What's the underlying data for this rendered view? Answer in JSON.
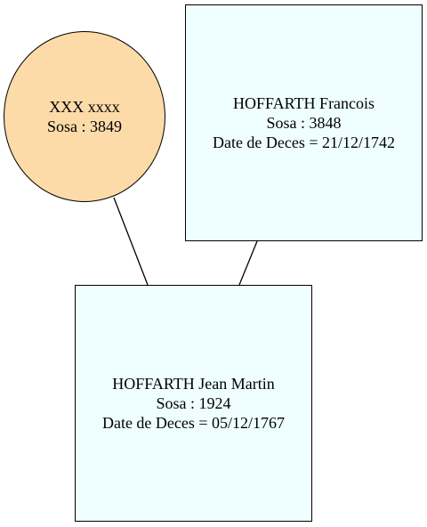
{
  "colors": {
    "female_fill": "#FDDBA8",
    "male_fill": "#EFFFFF",
    "line": "#000000"
  },
  "nodes": {
    "mother": {
      "name": "XXX xxxx",
      "sosa": "Sosa : 3849"
    },
    "father": {
      "name": "HOFFARTH Francois",
      "sosa": "Sosa : 3848",
      "death": "Date de Deces = 21/12/1742"
    },
    "child": {
      "name": "HOFFARTH Jean Martin",
      "sosa": "Sosa : 1924",
      "death": "Date de Deces = 05/12/1767"
    }
  }
}
